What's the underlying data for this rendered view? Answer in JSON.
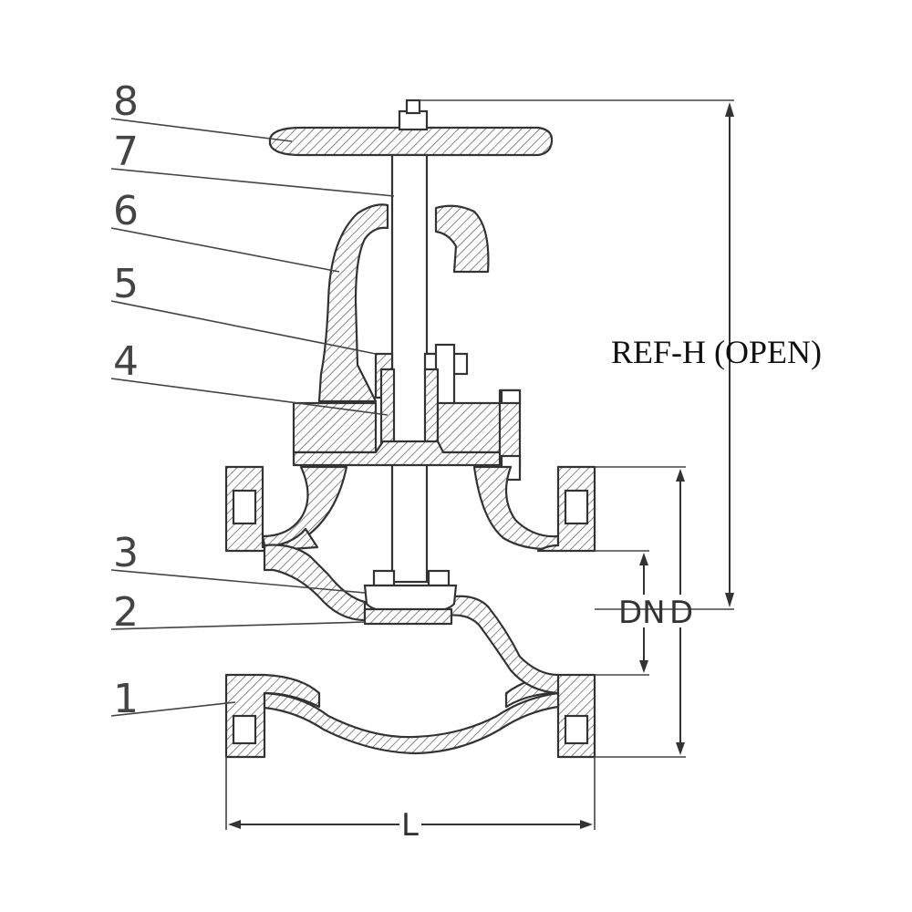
{
  "part_labels": {
    "p1": "1",
    "p2": "2",
    "p3": "3",
    "p4": "4",
    "p5": "5",
    "p6": "6",
    "p7": "7",
    "p8": "8"
  },
  "dimensions": {
    "ref_h": "REF-H (OPEN)",
    "dn": "DN",
    "d": "D",
    "l": "L"
  }
}
